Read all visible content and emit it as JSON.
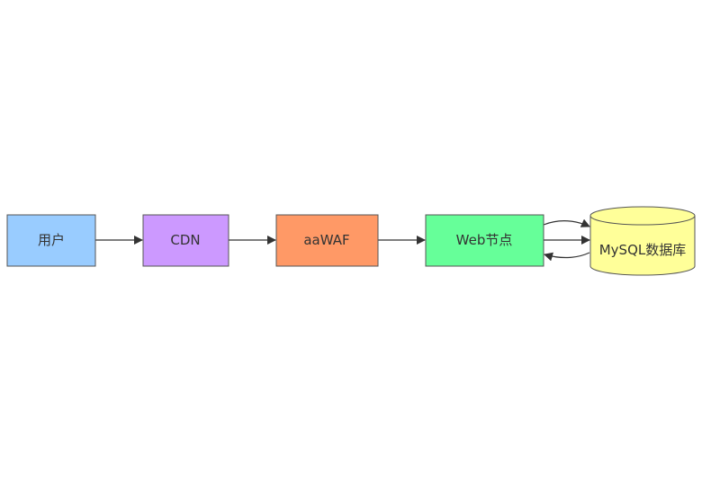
{
  "diagram": {
    "colors": {
      "user": "#99ccff",
      "cdn": "#cc99ff",
      "waf": "#ff9966",
      "web": "#66ff99",
      "db": "#ffff99",
      "stroke": "#555555",
      "edge": "#333333"
    },
    "nodes": {
      "user": "用户",
      "cdn": "CDN",
      "waf": "aaWAF",
      "web": "Web节点",
      "db": "MySQL数据库"
    }
  }
}
